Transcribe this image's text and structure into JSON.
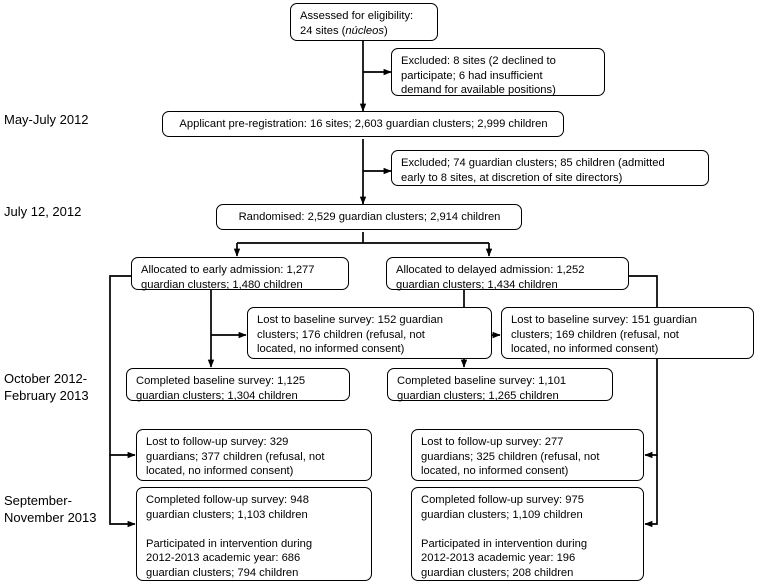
{
  "diagram": {
    "type": "consort-flow-diagram",
    "title": "Trial participant flow",
    "stroke_color": "#000000",
    "background_color": "#ffffff",
    "timeline_labels": [
      {
        "id": "t-may-july-2012",
        "text": "May-July 2012"
      },
      {
        "id": "t-july-12-2012",
        "text": "July 12, 2012"
      },
      {
        "id": "t-oct-feb",
        "text": "October 2012-\nFebruary 2013"
      },
      {
        "id": "t-sep-nov",
        "text": "September-\nNovember 2013"
      }
    ],
    "nodes": [
      {
        "id": "assessed",
        "label": "Assessed for eligibility:\n24 sites (núcleos)"
      },
      {
        "id": "excluded-sites",
        "label": "Excluded: 8 sites (2 declined to\nparticipate; 6 had insufficient\ndemand for available positions)"
      },
      {
        "id": "pre-registration",
        "label": "Applicant pre-registration: 16 sites; 2,603 guardian clusters; 2,999 children"
      },
      {
        "id": "excluded-clusters",
        "label": "Excluded; 74 guardian clusters; 85 children (admitted\nearly to 8 sites, at discretion of site directors)"
      },
      {
        "id": "randomised",
        "label": "Randomised: 2,529 guardian clusters; 2,914 children"
      },
      {
        "id": "alloc-early",
        "label": "Allocated to early admission: 1,277\nguardian clusters; 1,480 children"
      },
      {
        "id": "alloc-delayed",
        "label": "Allocated to delayed admission: 1,252\nguardian clusters; 1,434 children"
      },
      {
        "id": "lost-baseline-early",
        "label": "Lost to baseline survey: 152 guardian\nclusters; 176 children (refusal, not\nlocated, no informed consent)"
      },
      {
        "id": "lost-baseline-delayed",
        "label": "Lost to baseline survey: 151 guardian\nclusters; 169 children (refusal, not\nlocated, no informed consent)"
      },
      {
        "id": "completed-baseline-early",
        "label": "Completed baseline survey: 1,125\nguardian clusters; 1,304 children"
      },
      {
        "id": "completed-baseline-delayed",
        "label": "Completed baseline survey: 1,101\nguardian clusters; 1,265 children"
      },
      {
        "id": "lost-followup-early",
        "label": "Lost to follow-up survey: 329\nguardians; 377 children (refusal, not\nlocated, no informed consent)"
      },
      {
        "id": "lost-followup-delayed",
        "label": "Lost to follow-up survey: 277\nguardians; 325 children (refusal, not\nlocated, no informed consent)"
      },
      {
        "id": "completed-followup-early",
        "label": "Completed follow-up survey: 948\nguardian clusters; 1,103 children\n\nParticipated in intervention during\n2012-2013 academic year: 686\nguardian clusters; 794 children"
      },
      {
        "id": "completed-followup-delayed",
        "label": "Completed follow-up survey: 975\nguardian clusters; 1,109 children\n\nParticipated in intervention during\n2012-2013 academic year: 196\nguardian clusters; 208 children"
      }
    ]
  }
}
